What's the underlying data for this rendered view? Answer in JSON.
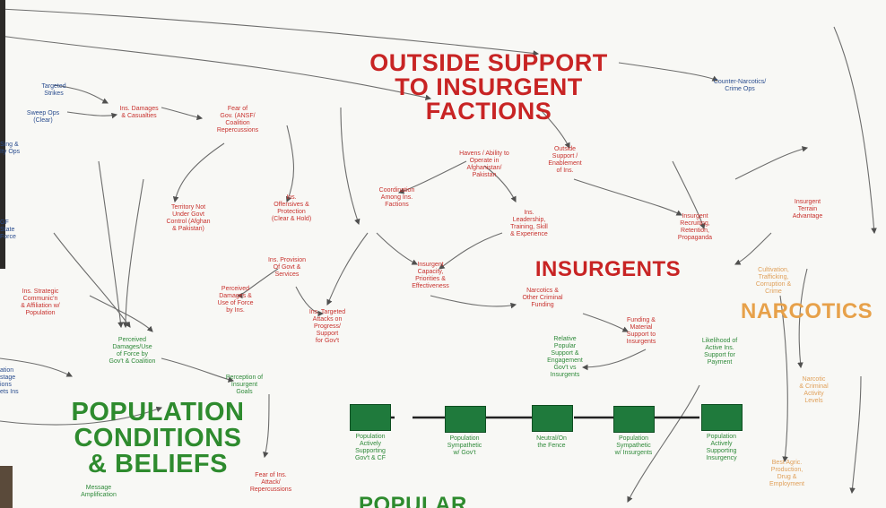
{
  "headings": {
    "outside_support": "OUTSIDE SUPPORT\nTO INSURGENT\nFACTIONS",
    "insurgents": "INSURGENTS",
    "narcotics": "NARCOTICS",
    "population": "POPULATION\nCONDITIONS\n& BELIEFS",
    "popular": "POPULAR"
  },
  "nodes": {
    "targeted_strikes": "Targeted\nStrikes",
    "sweep_ops": "Sweep Ops\n(Clear)",
    "ins_damages": "Ins. Damages\n& Casualties",
    "fear_of_gov": "Fear of\nGov. (ANSF/\nCoalition\nRepercussions",
    "havens": "Havens / Ability to\nOperate in\nAfghanistan/\nPakistan",
    "outside_support_node": "Outside\nSupport /\nEnablement\nof Ins.",
    "counter_narcotics": "Counter-Narcotics/\nCrime Ops",
    "territory": "Territory Not\nUnder Govt\nControl (Afghan\n& Pakistan)",
    "ins_offensives": "Ins.\nOffensives &\nProtection\n(Clear & Hold)",
    "coordination": "Coordination\nAmong Ins.\nFactions",
    "ins_leadership": "Ins.\nLeadership,\nTraining, Skill\n& Experience",
    "insurgent_recruiting": "Insurgent\nRecruiting,\nRetention,\nPropaganda",
    "insurgent_terrain": "Insurgent\nTerrain\nAdvantage",
    "ins_provision": "Ins. Provision\nOf Govt &\nServices",
    "insurgent_capacity": "Insurgent\nCapacity,\nPriorities &\nEffectiveness",
    "narcotics_funding": "Narcotics &\nOther Criminal\nFunding",
    "cultivation": "Cultivation,\nTrafficking,\nCorruption &\nCrime",
    "perceived_damages_ins": "Perceived\nDamages &\nUse of Force\nby Ins.",
    "ins_targeted_attacks": "Ins. Targeted\nAttacks on\nProgress/\nSupport\nfor Gov't",
    "ins_strategic": "Ins. Strategic\nCommunic'n\n& Affiliation w/\nPopulation",
    "funding_support": "Funding &\nMaterial\nSupport to\nInsurgents",
    "relative_popular": "Relative\nPopular\nSupport &\nEngagement\nGov't vs\nInsurgents",
    "likelihood_active": "Likelihood of\nActive Ins.\nSupport for\nPayment",
    "perceived_damages_gov": "Perceived\nDamages/Use\nof Force by\nGov't & Coalition",
    "perception_insurgent": "Perception of\nInsurgent\nGoals",
    "narcotics_criminal": "Narcotic\n& Criminal\nActivity\nLevels",
    "fear_of_ins": "Fear of Ins.\nAttack/\nRepercussions",
    "message_amplification": "Message\nAmplification",
    "best_agri": "Best Agric.\nProduction,\nDrug &\nEmployment",
    "left_edge_1": "Sing &\nIty Ops",
    "left_edge_2": "GF\nState\nForce",
    "left_edge_3": "ation\nstage\nions\nets Ins"
  },
  "stocks": {
    "s1": "Population\nActively\nSupporting\nGov't & CF",
    "s2": "Population\nSympathetic\nw/ Gov't",
    "s3": "Neutral/On\nthe Fence",
    "s4": "Population\nSympathetic\nw/ Insurgents",
    "s5": "Population\nActively\nSupporting\nInsurgency"
  },
  "colors": {
    "red": "#c82424",
    "green": "#2e8b2e",
    "blue": "#2a4d8f",
    "orange": "#e7a14a",
    "stock": "#1f7a3c"
  }
}
